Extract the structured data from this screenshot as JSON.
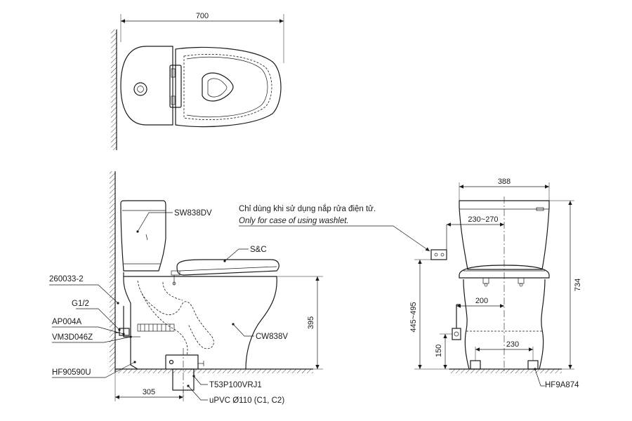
{
  "top_view": {
    "width_dim": "700"
  },
  "side_view": {
    "callouts": {
      "tank": "SW838DV",
      "seat": "S&C",
      "bowl": "CW838V",
      "valve": "260033-2",
      "inlet": "G1/2",
      "hose": "AP004A",
      "stop_valve": "VM3D046Z",
      "flange": "HF90590U",
      "drain": "T53P100VRJ1",
      "pipe": "uPVC Ø110 (C1, C2)"
    },
    "dims": {
      "height": "395",
      "rough_in": "305"
    }
  },
  "note": {
    "vi": "Chỉ dùng khi sử dụng nắp rửa điện tử.",
    "en": "Only for case of using washlet."
  },
  "front_view": {
    "dims": {
      "width": "388",
      "outlet_range": "230~270",
      "total_height": "734",
      "outlet_height": "445~495",
      "supply_offset": "200",
      "supply_height": "150",
      "bolt_spacing": "230"
    },
    "callouts": {
      "bolt": "HF9A874"
    }
  }
}
